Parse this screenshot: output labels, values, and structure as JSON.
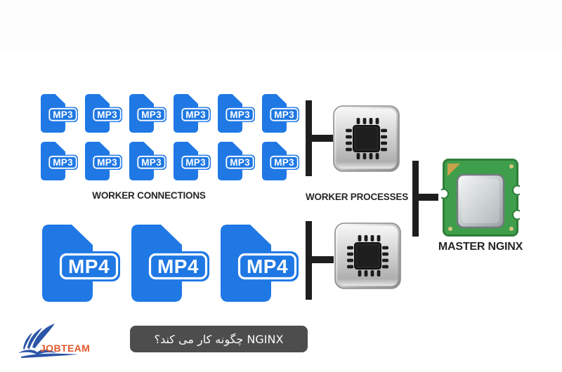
{
  "colors": {
    "file_blue": "#1f78e4",
    "bracket_black": "#1e1e1e",
    "label_text": "#262626",
    "caption_bg": "#4d4d4d",
    "caption_text": "#fafafa",
    "master_green": "#3f9e4b",
    "chip_silver": "#b9bfc2",
    "logo_blue": "#2b55a7",
    "logo_orange": "#e2582b"
  },
  "worker_connections": {
    "label": "WORKER CONNECTIONS",
    "file_label": "MP3",
    "rows": 2,
    "per_row": 6
  },
  "worker_requests": {
    "file_label": "MP4",
    "count": 3
  },
  "worker_processes": {
    "label": "WORKER PROCESSES",
    "count": 2
  },
  "master": {
    "label": "MASTER NGINX"
  },
  "caption": {
    "text": "NGINX چگونه کار می کند؟",
    "dir": "rtl"
  },
  "logo": {
    "text": "JOBTEAM"
  }
}
